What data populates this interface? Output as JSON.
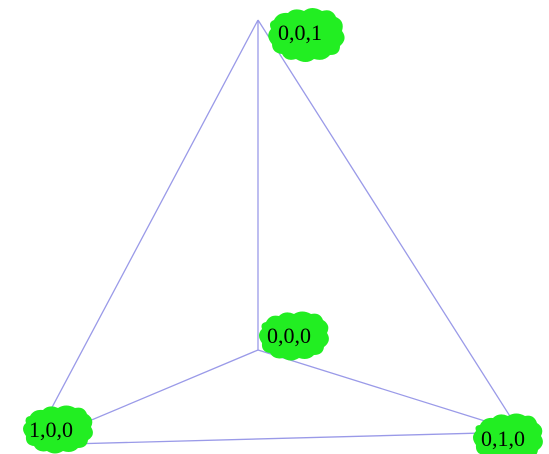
{
  "diagram": {
    "vertices": [
      {
        "id": "v001",
        "label": "0,0,1"
      },
      {
        "id": "v000",
        "label": "0,0,0"
      },
      {
        "id": "v100",
        "label": "1,0,0"
      },
      {
        "id": "v010",
        "label": "0,1,0"
      }
    ],
    "edges": [
      [
        "v001",
        "v000"
      ],
      [
        "v001",
        "v100"
      ],
      [
        "v001",
        "v010"
      ],
      [
        "v000",
        "v100"
      ],
      [
        "v000",
        "v010"
      ],
      [
        "v100",
        "v010"
      ]
    ],
    "colors": {
      "edge": "#9a9ae8",
      "label_blob": "#22ee22",
      "label_text": "#000000",
      "background": "#ffffff"
    }
  }
}
